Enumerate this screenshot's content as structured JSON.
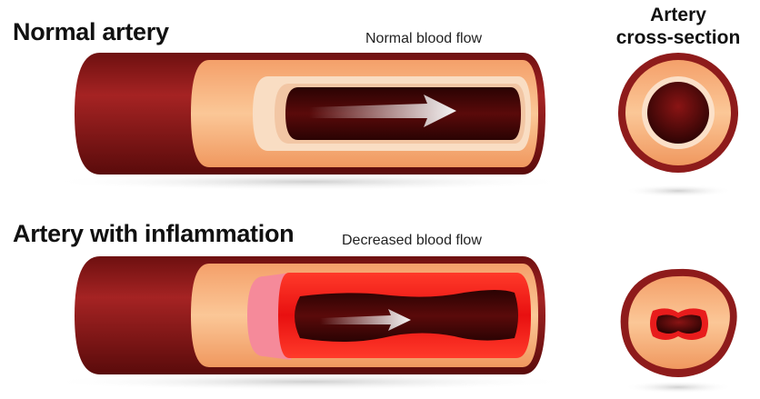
{
  "labels": {
    "normal_title": "Normal artery",
    "normal_flow": "Normal blood flow",
    "inflamed_title": "Artery with inflammation",
    "inflamed_flow": "Decreased blood flow",
    "cross_section_line1": "Artery",
    "cross_section_line2": "cross-section"
  },
  "colors": {
    "outer_wall": "#8e1b1b",
    "outer_wall_dark": "#5e0d0d",
    "middle_layer": "#f7b27e",
    "inner_layer_light": "#fbe0c8",
    "lumen": "#3a0505",
    "inflamed_red": "#e81c1c",
    "inflamed_pink": "#f58a9a",
    "arrow": "#f2f2f2"
  }
}
